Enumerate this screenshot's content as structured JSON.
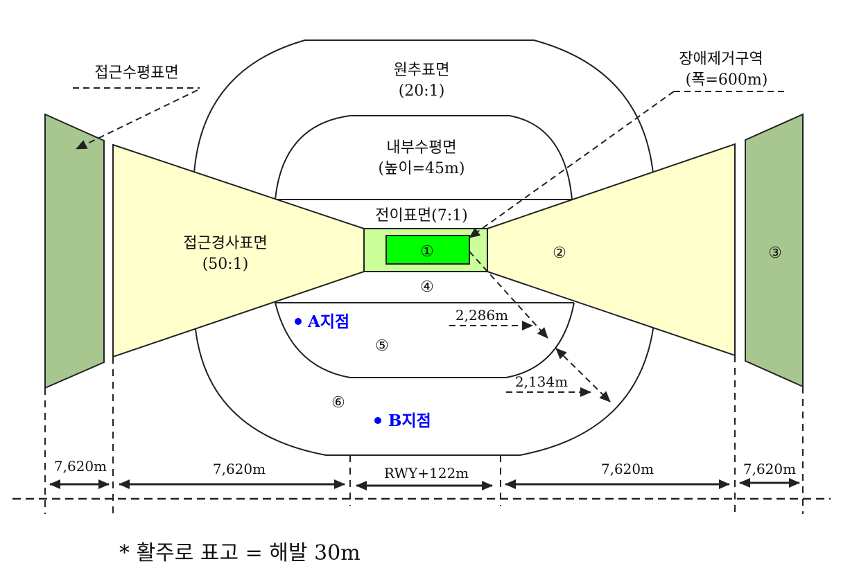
{
  "labels": {
    "conical": "원추표면",
    "conical_ratio": "(20:1)",
    "inner_horizontal": "내부수평면",
    "inner_horizontal_height": "(높이=45m)",
    "transitional": "전이표면(7:1)",
    "approach": "접근경사표면",
    "approach_ratio": "(50:1)",
    "approach_horizontal": "접근수평표면",
    "obstacle_free": "장애제거구역",
    "obstacle_free_width": "(폭=600m)"
  },
  "zones": [
    "①",
    "②",
    "③",
    "④",
    "⑤",
    "⑥"
  ],
  "points": {
    "a": "A지점",
    "b": "B지점"
  },
  "distances": {
    "d1": "2,286m",
    "d2": "2,134m"
  },
  "dimensions": [
    "7,620m",
    "7,620m",
    "RWY+122m",
    "7,620m",
    "7,620m"
  ],
  "footnote": "*  활주로  표고 = 해발  30m",
  "colors": {
    "approach": "#ffffcc",
    "outer": "#a8c690",
    "transition": "#ccff99",
    "runway": "#00ff00",
    "point": "#0000ff"
  }
}
